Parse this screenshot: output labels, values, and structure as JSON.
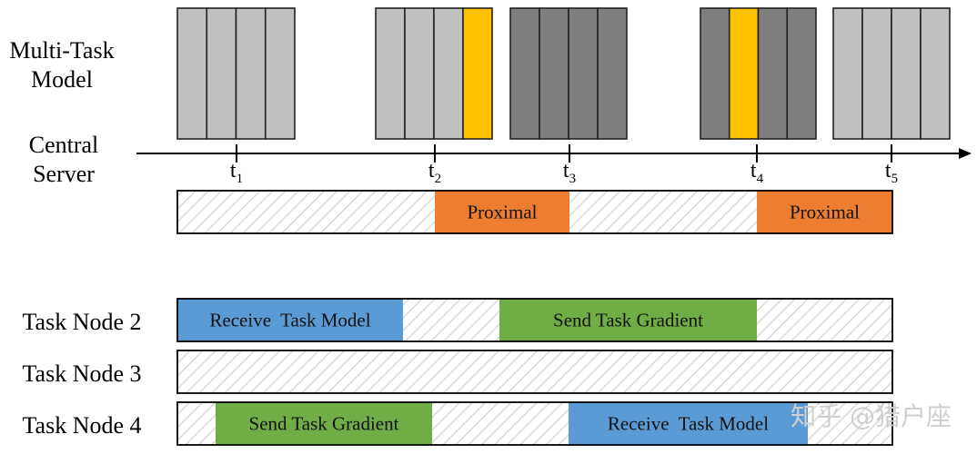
{
  "labels": {
    "model_line1": "Multi-Task",
    "model_line2": "Model",
    "server_line1": "Central",
    "server_line2": "Server"
  },
  "colors": {
    "light_gray": "#c0c0c0",
    "dark_gray": "#7f7f7f",
    "highlight": "#ffc000",
    "proximal": "#ed7d31",
    "receive": "#5b9bd5",
    "send": "#70ad47",
    "hatch": "#d9d9d9"
  },
  "ticks": [
    {
      "base": "t",
      "sub": "1"
    },
    {
      "base": "t",
      "sub": "2"
    },
    {
      "base": "t",
      "sub": "3"
    },
    {
      "base": "t",
      "sub": "4"
    },
    {
      "base": "t",
      "sub": "5"
    }
  ],
  "model_blocks": [
    {
      "shade": "light",
      "highlight_column": null
    },
    {
      "shade": "light",
      "highlight_column": 4
    },
    {
      "shade": "dark",
      "highlight_column": null
    },
    {
      "shade": "dark",
      "highlight_column": 2
    },
    {
      "shade": "light",
      "highlight_column": null
    }
  ],
  "server_row": {
    "segments": [
      {
        "label": "Proximal",
        "kind": "proximal"
      },
      {
        "label": "Proximal",
        "kind": "proximal"
      }
    ]
  },
  "node_rows": [
    {
      "label": "Task Node 2",
      "segments": [
        {
          "label": "Receive  Task Model",
          "kind": "receive"
        },
        {
          "label": "Send Task Gradient",
          "kind": "send"
        }
      ]
    },
    {
      "label": "Task Node 3",
      "segments": []
    },
    {
      "label": "Task Node 4",
      "segments": [
        {
          "label": "Send Task Gradient",
          "kind": "send"
        },
        {
          "label": "Receive  Task Model",
          "kind": "receive"
        }
      ]
    }
  ],
  "watermark": "知乎 @猎户座"
}
